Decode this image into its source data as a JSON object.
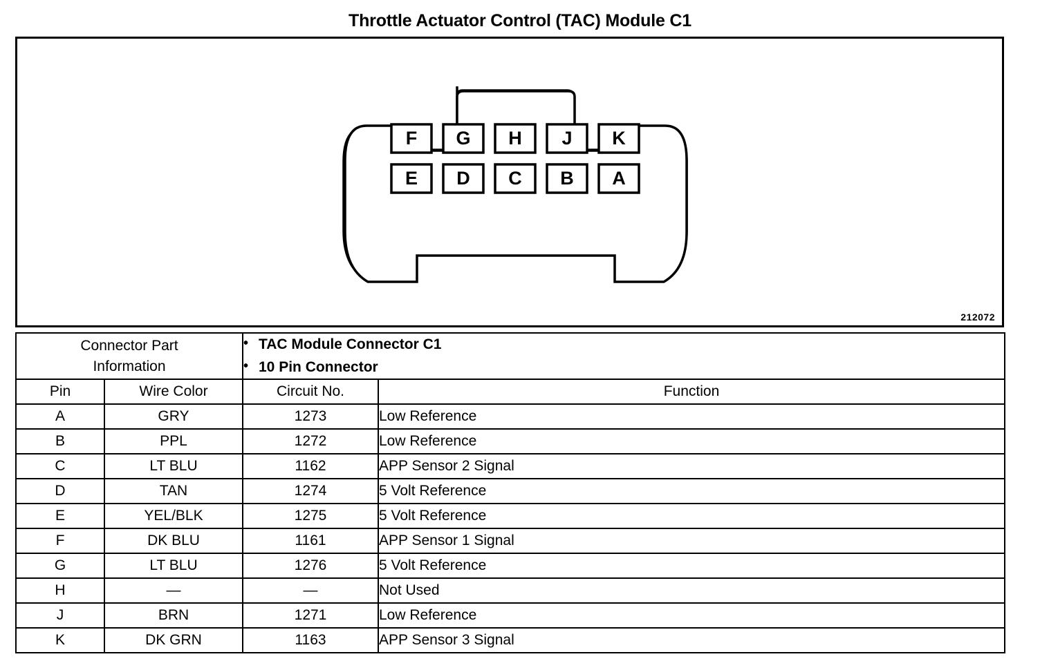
{
  "page": {
    "title": "Throttle Actuator Control (TAC) Module C1",
    "reference_number": "212072"
  },
  "connector": {
    "name": "TAC Module Connector C1",
    "pin_rows": [
      [
        "F",
        "G",
        "H",
        "J",
        "K"
      ],
      [
        "E",
        "D",
        "C",
        "B",
        "A"
      ]
    ]
  },
  "table": {
    "part_info_label_line1": "Connector Part",
    "part_info_label_line2": "Information",
    "part_info_notes": [
      "TAC Module Connector C1",
      "10 Pin Connector"
    ],
    "headers": {
      "pin": "Pin",
      "wire_color": "Wire Color",
      "circuit_no": "Circuit No.",
      "function": "Function"
    },
    "rows": [
      {
        "pin": "A",
        "wire_color": "GRY",
        "circuit_no": "1273",
        "function": "Low Reference"
      },
      {
        "pin": "B",
        "wire_color": "PPL",
        "circuit_no": "1272",
        "function": "Low Reference"
      },
      {
        "pin": "C",
        "wire_color": "LT BLU",
        "circuit_no": "1162",
        "function": "APP Sensor 2 Signal"
      },
      {
        "pin": "D",
        "wire_color": "TAN",
        "circuit_no": "1274",
        "function": "5 Volt Reference"
      },
      {
        "pin": "E",
        "wire_color": "YEL/BLK",
        "circuit_no": "1275",
        "function": "5 Volt Reference"
      },
      {
        "pin": "F",
        "wire_color": "DK BLU",
        "circuit_no": "1161",
        "function": "APP Sensor 1 Signal"
      },
      {
        "pin": "G",
        "wire_color": "LT BLU",
        "circuit_no": "1276",
        "function": "5 Volt Reference"
      },
      {
        "pin": "H",
        "wire_color": "—",
        "circuit_no": "—",
        "function": "Not Used"
      },
      {
        "pin": "J",
        "wire_color": "BRN",
        "circuit_no": "1271",
        "function": "Low Reference"
      },
      {
        "pin": "K",
        "wire_color": "DK GRN",
        "circuit_no": "1163",
        "function": "APP Sensor 3 Signal"
      }
    ]
  },
  "colors": {
    "ink": "#000000",
    "paper": "#ffffff"
  }
}
